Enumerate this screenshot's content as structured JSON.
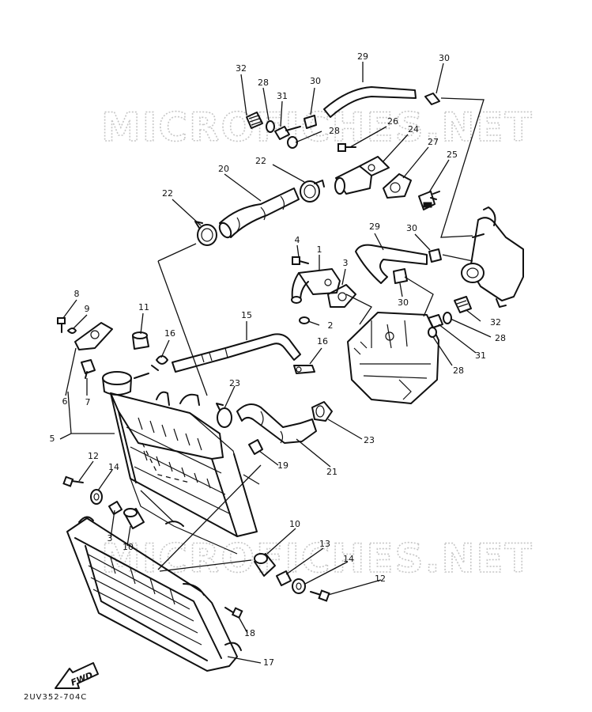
{
  "watermark": {
    "text": "MICROFICHES.NET"
  },
  "fwd_label": "FWD",
  "diagram_code": "2UV352-704C",
  "callouts": {
    "c1": "1",
    "c2": "2",
    "c3a": "3",
    "c3b": "3",
    "c4": "4",
    "c5": "5",
    "c6": "6",
    "c7": "7",
    "c8": "8",
    "c9": "9",
    "c10a": "10",
    "c10b": "10",
    "c11": "11",
    "c12a": "12",
    "c12b": "12",
    "c13": "13",
    "c14a": "14",
    "c14b": "14",
    "c15": "15",
    "c16a": "16",
    "c16b": "16",
    "c17": "17",
    "c18": "18",
    "c19": "19",
    "c20": "20",
    "c21": "21",
    "c22a": "22",
    "c22b": "22",
    "c23a": "23",
    "c23b": "23",
    "c24": "24",
    "c25": "25",
    "c26": "26",
    "c27": "27",
    "c28a": "28",
    "c28b": "28",
    "c28c": "28",
    "c28d": "28",
    "c29a": "29",
    "c29b": "29",
    "c30a": "30",
    "c30b": "30",
    "c30c": "30",
    "c30d": "30",
    "c31a": "31",
    "c31b": "31",
    "c32a": "32",
    "c32b": "32"
  }
}
